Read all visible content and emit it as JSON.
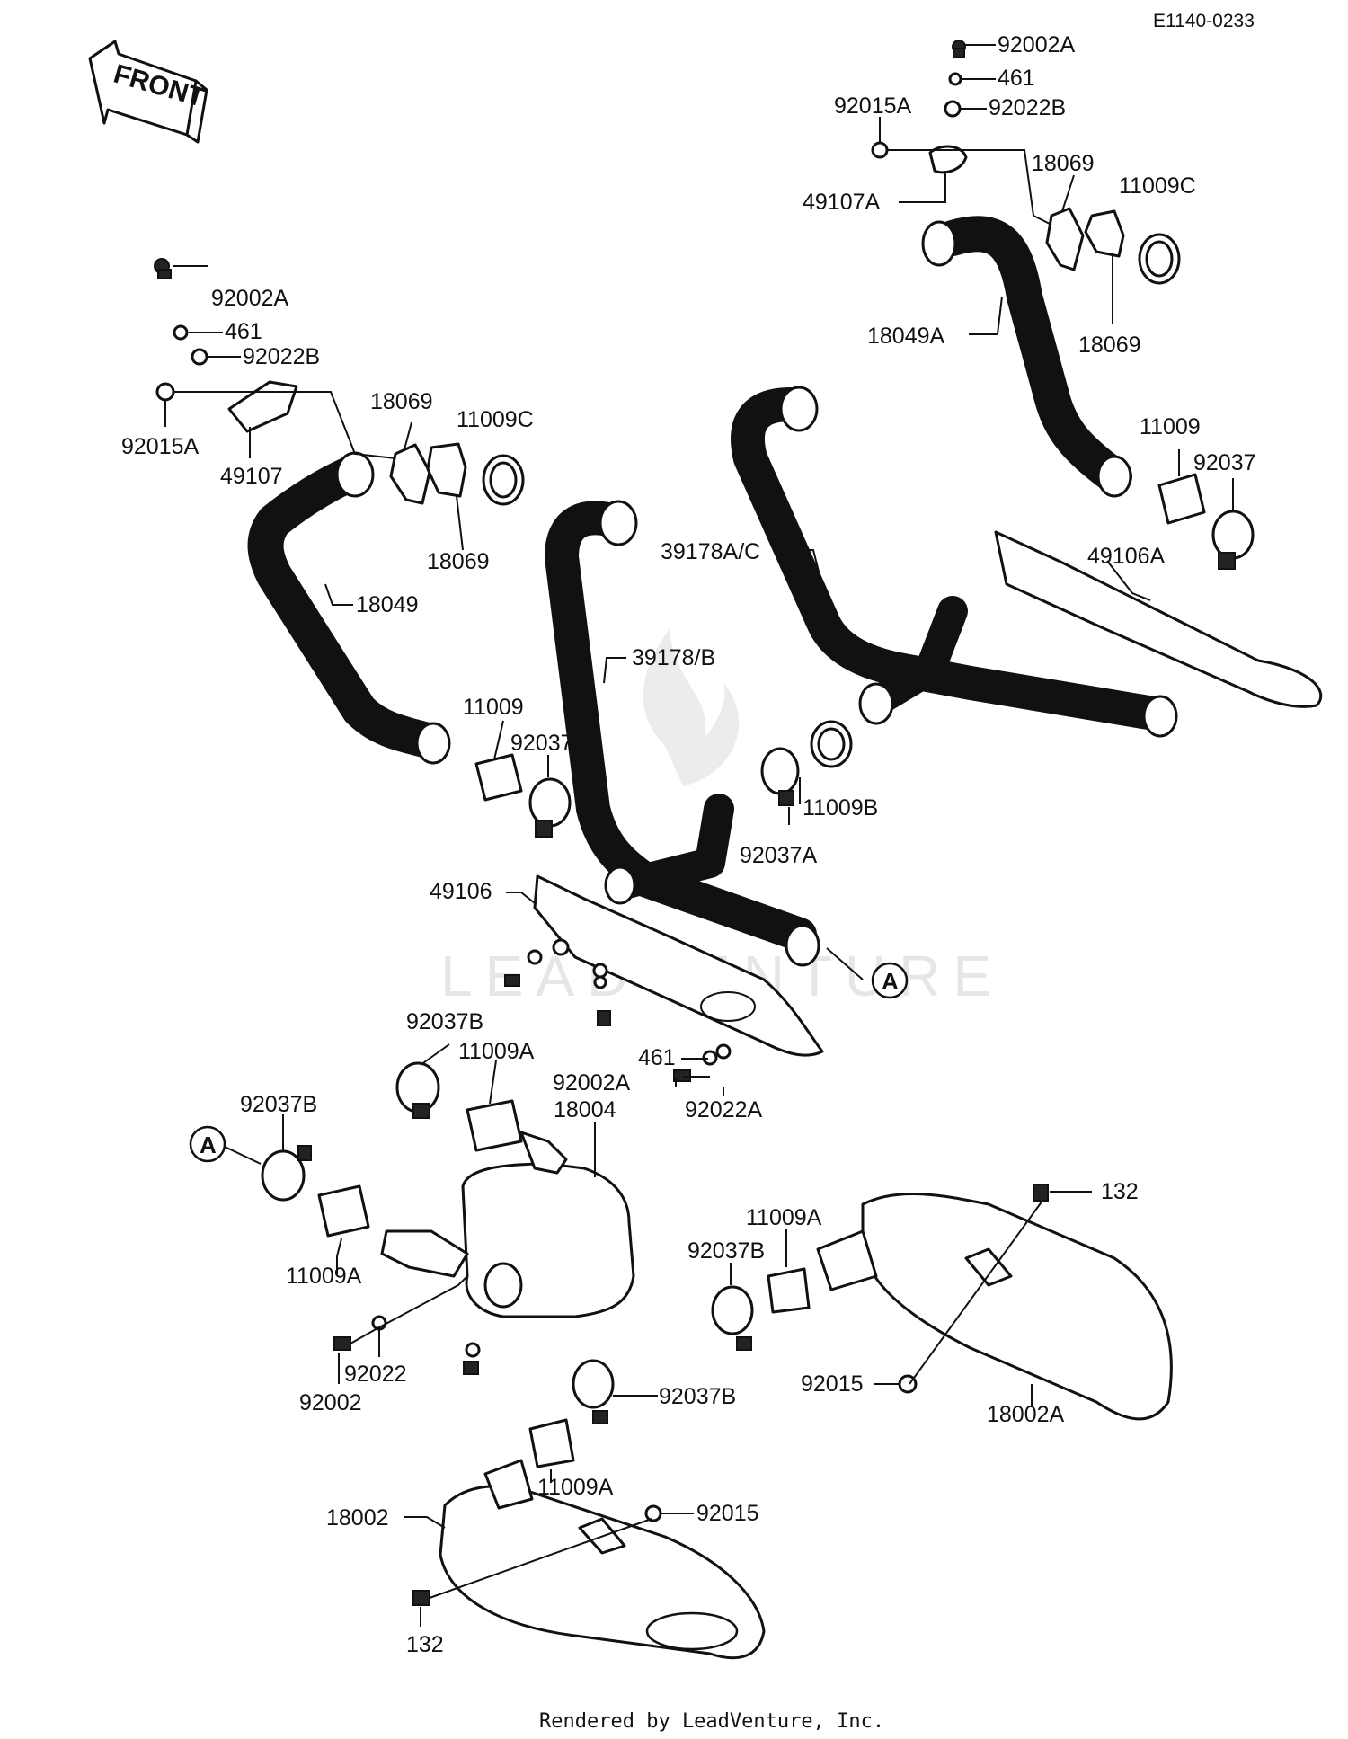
{
  "diagram_code": "E1140-0233",
  "front_label": "FRONT",
  "watermark": "LEADVENTURE",
  "footer": "Rendered by LeadVenture, Inc.",
  "callouts": {
    "a_top": "A",
    "a_bottom": "A"
  },
  "labels": {
    "p_92002A_top": "92002A",
    "p_461_top": "461",
    "p_92022B_top": "92022B",
    "p_92015A_top": "92015A",
    "p_49107A": "49107A",
    "p_18069_tr1": "18069",
    "p_11009C_r": "11009C",
    "p_18069_tr2": "18069",
    "p_18049A": "18049A",
    "p_11009_r": "11009",
    "p_92037_r": "92037",
    "p_49106A": "49106A",
    "p_39178AC": "39178A/C",
    "p_92002A_l": "92002A",
    "p_461_l": "461",
    "p_92022B_l": "92022B",
    "p_92015A_l": "92015A",
    "p_49107": "49107",
    "p_18069_l1": "18069",
    "p_11009C_l": "11009C",
    "p_18069_l2": "18069",
    "p_18049": "18049",
    "p_39178B": "39178/B",
    "p_11009_l": "11009",
    "p_92037_l": "92037",
    "p_11009B": "11009B",
    "p_92037A": "92037A",
    "p_49106": "49106",
    "p_92037B_1": "92037B",
    "p_11009A_1": "11009A",
    "p_92002A_m": "92002A",
    "p_18004": "18004",
    "p_461_m": "461",
    "p_92022A": "92022A",
    "p_92037B_2": "92037B",
    "p_11009A_2": "11009A",
    "p_92022": "92022",
    "p_92002": "92002",
    "p_132_r": "132",
    "p_11009A_3": "11009A",
    "p_92037B_3": "92037B",
    "p_92015_r": "92015",
    "p_18002A": "18002A",
    "p_92037B_4": "92037B",
    "p_11009A_4": "11009A",
    "p_18002": "18002",
    "p_92015_b": "92015",
    "p_132_b": "132"
  }
}
